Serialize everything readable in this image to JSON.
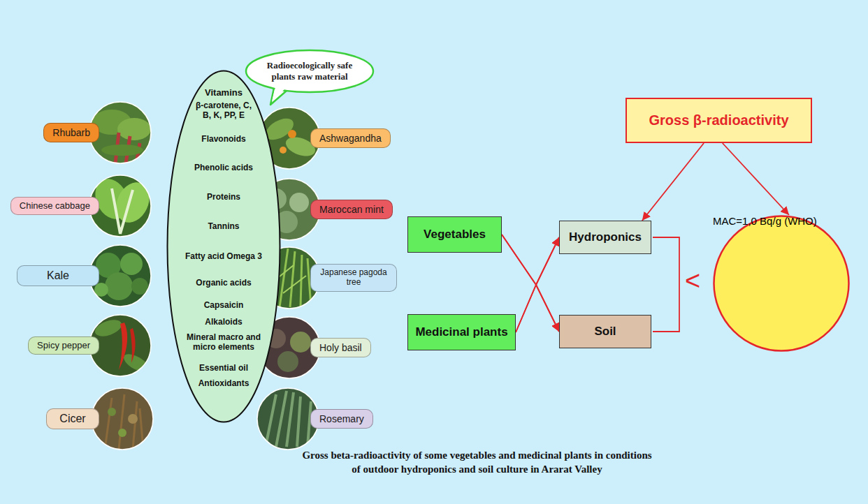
{
  "diagram": {
    "caption": "Gross beta-radioactivity of some vegetables and medicinal plants in conditions of outdoor hydroponics and soil culture in Ararat Valley",
    "nodes": [
      {
        "text": [
          "Radioecologically safe plants raw material"
        ]
      },
      {
        "text": [
          "Rhubarb"
        ]
      },
      {
        "text": [
          "Vitamins",
          "β-carotene, C, B, K, PP, E",
          "Flavonoids",
          "Phenolic acids",
          "Proteins",
          "Tannins",
          "Fatty acid Omega 3",
          "Organic acids",
          "Capsaicin",
          "Alkaloids",
          "Mineral macro and micro elements",
          "Essential oil",
          "Antioxidants"
        ]
      },
      {
        "text": [
          "Ashwagandha"
        ]
      },
      {
        "text": [
          "Chinese cabbage"
        ]
      },
      {
        "text": [
          "Maroccan mint"
        ]
      },
      {
        "text": [
          "Kale"
        ]
      },
      {
        "text": [
          "Japanese pagoda tree"
        ]
      },
      {
        "text": [
          "Spicy pepper"
        ]
      },
      {
        "text": [
          "Holy basil"
        ]
      },
      {
        "text": [
          "Cicer"
        ]
      },
      {
        "text": [
          "Rosemary"
        ]
      },
      {
        "text": [
          "Gross β-radioactivity"
        ]
      },
      {
        "text": [
          "Vegetables"
        ]
      },
      {
        "text": [
          "Hydroponics"
        ]
      },
      {
        "text": [
          "MAC=1,0 Bq/g (WHO)"
        ]
      },
      {
        "text": [
          "Medicinal plants"
        ]
      },
      {
        "text": [
          "Soil"
        ]
      }
    ],
    "edges": [
      {
        "from": 13,
        "to": 14,
        "arrow": "to"
      },
      {
        "from": 13,
        "to": 17,
        "arrow": "to"
      },
      {
        "from": 16,
        "to": 14,
        "arrow": "to"
      },
      {
        "from": 16,
        "to": 17,
        "arrow": "to"
      },
      {
        "from": 12,
        "to": 14,
        "arrow": "to"
      },
      {
        "from": 12,
        "to": 15,
        "arrow": "to"
      }
    ],
    "labels": [
      "<"
    ]
  }
}
